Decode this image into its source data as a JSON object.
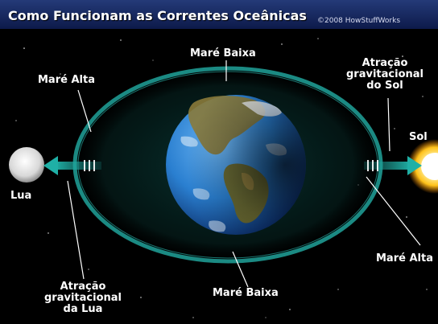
{
  "header": {
    "title": "Como Funcionam as Correntes Oceânicas",
    "credit": "©2008 HowStuffWorks"
  },
  "labels": {
    "mare_baixa_top": "Maré Baixa",
    "mare_baixa_bottom": "Maré Baixa",
    "mare_alta_left": "Maré Alta",
    "mare_alta_right": "Maré Alta",
    "sol": "Sol",
    "lua": "Lua",
    "atracao_sol": [
      "Atração",
      "gravitacional",
      "do Sol"
    ],
    "atracao_lua": [
      "Atração",
      "gravitacional",
      "da Lua"
    ]
  },
  "colors": {
    "background": "#000000",
    "tidal_ring": "#1b8a83",
    "arrow": "#1f9e96",
    "sun": "#ffd84a",
    "moon": "#e8e8e8",
    "ocean": "#2a7fd0",
    "land": "#8a7a3a"
  }
}
